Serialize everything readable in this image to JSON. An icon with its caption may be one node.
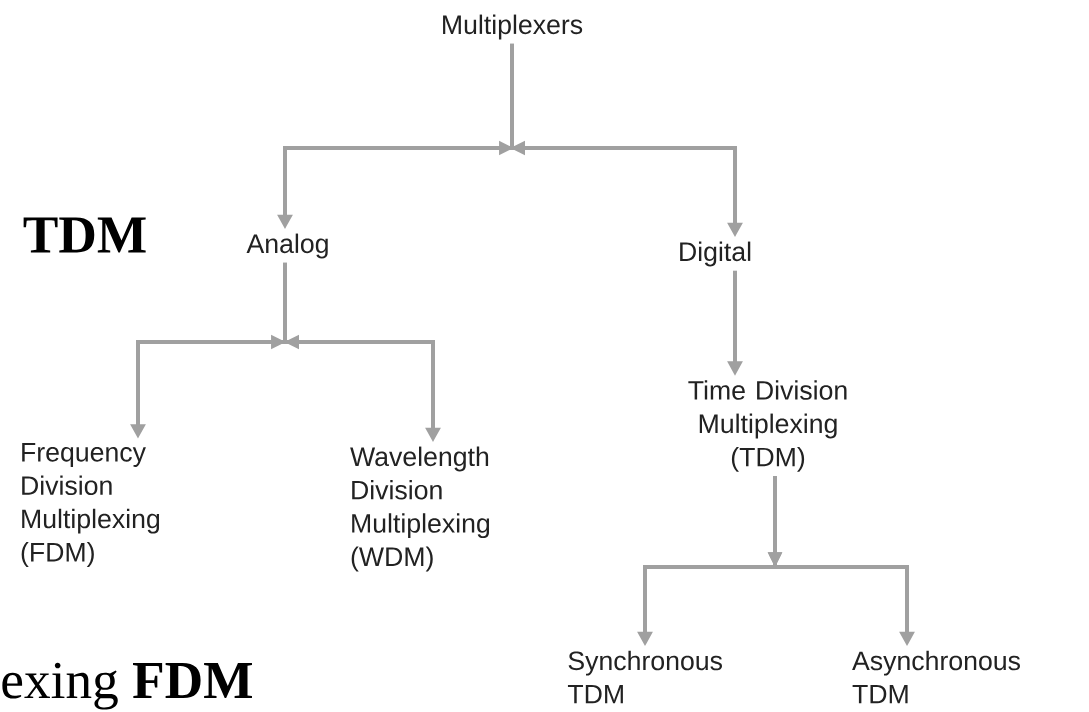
{
  "diagram": {
    "nodes": [
      {
        "text": [
          "Multiplexers"
        ]
      },
      {
        "text": [
          "Analog"
        ]
      },
      {
        "text": [
          "Digital"
        ]
      },
      {
        "text": [
          "Frequency Division Multiplexing (FDM)"
        ]
      },
      {
        "text": [
          "Wavelength Division Multiplexing (WDM)"
        ]
      },
      {
        "text": [
          "Time Division Multiplexing (TDM)"
        ]
      },
      {
        "text": [
          "Synchronous TDM"
        ]
      },
      {
        "text": [
          "Asynchronous TDM"
        ]
      }
    ],
    "edges": [
      {
        "from": 0,
        "to": 1,
        "arrow": "to"
      },
      {
        "from": 0,
        "to": 2,
        "arrow": "to"
      },
      {
        "from": 1,
        "to": 3,
        "arrow": "to"
      },
      {
        "from": 1,
        "to": 4,
        "arrow": "to"
      },
      {
        "from": 2,
        "to": 5,
        "arrow": "to"
      },
      {
        "from": 5,
        "to": 6,
        "arrow": "to"
      },
      {
        "from": 5,
        "to": 7,
        "arrow": "to"
      }
    ],
    "labels": [
      "TDM",
      "exing **FDM**"
    ]
  }
}
